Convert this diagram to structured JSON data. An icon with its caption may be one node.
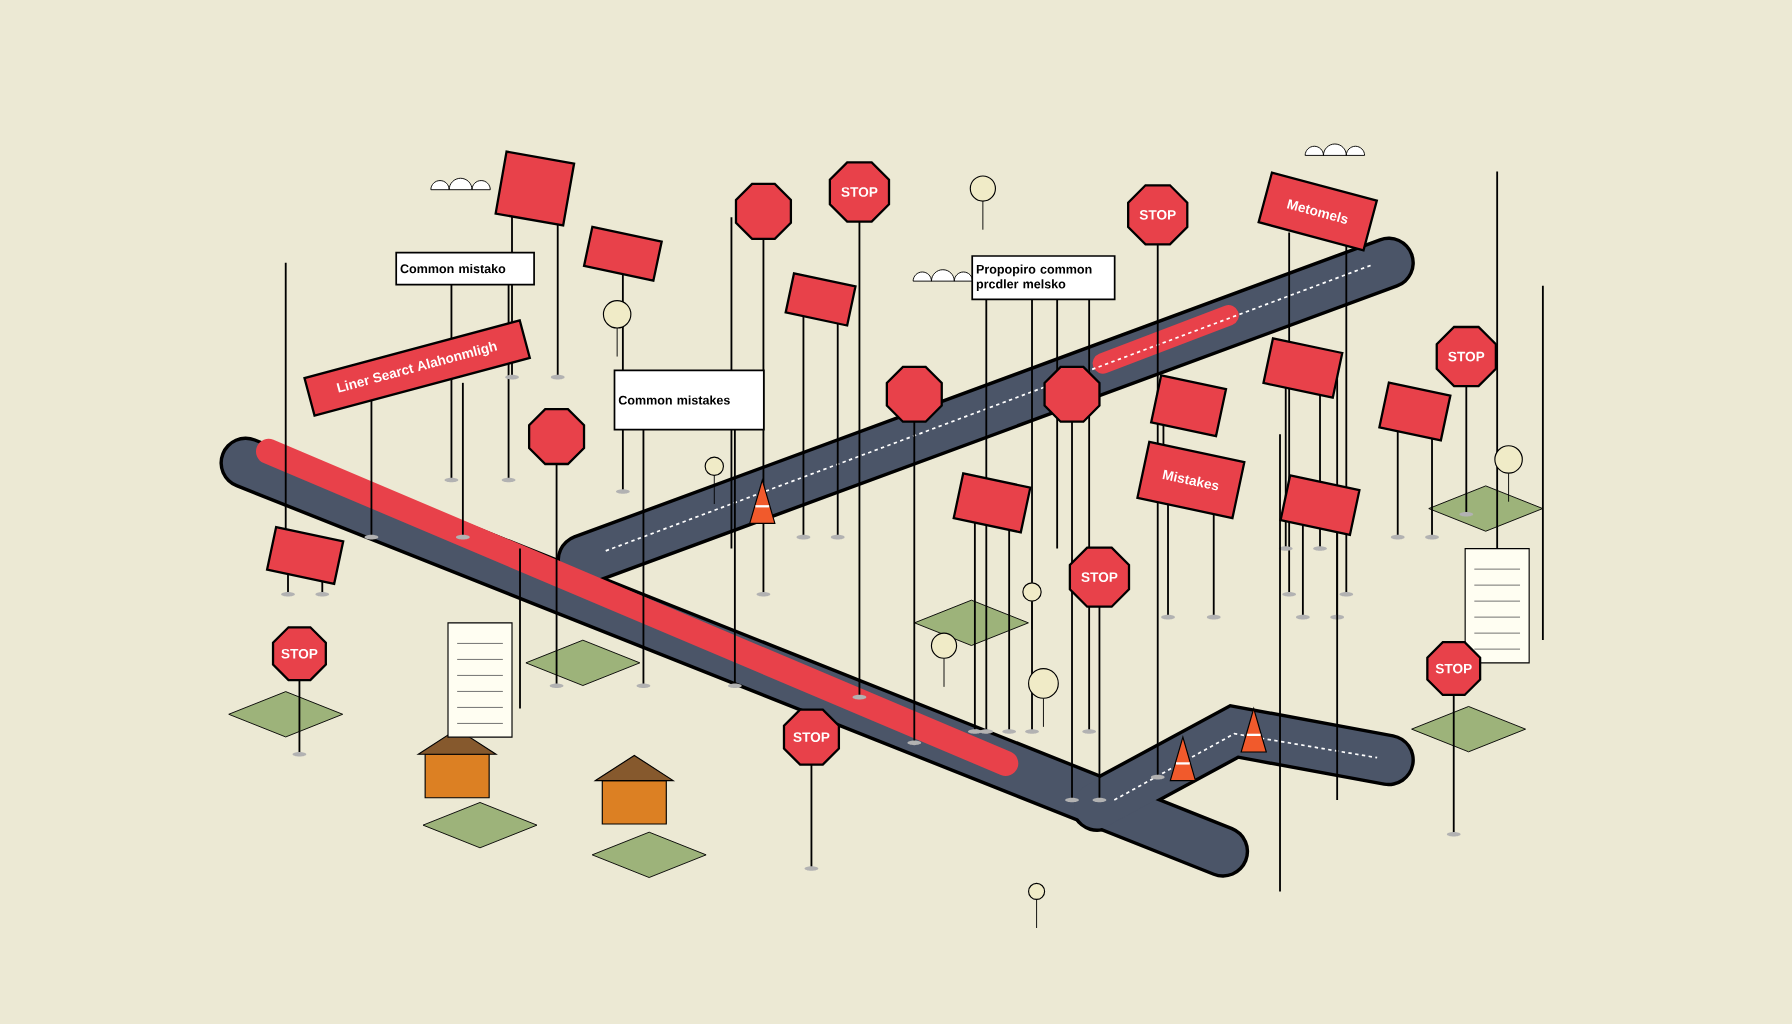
{
  "diagram": {
    "nodes": [
      {
        "text": [
          "Common mistako"
        ]
      },
      {
        "text": [
          "Liner Searct Alahonmligh"
        ]
      },
      {
        "text": [
          "Common mistakes"
        ]
      },
      {
        "text": [
          "Propopiro common prcdler melsko"
        ]
      },
      {
        "text": [
          "Metomels"
        ]
      },
      {
        "text": [
          "Mistakes"
        ]
      },
      {
        "text": [
          "STOP"
        ]
      },
      {
        "text": [
          "STOP"
        ]
      },
      {
        "text": [
          "STOP"
        ]
      },
      {
        "text": [
          "STOP"
        ]
      },
      {
        "text": [
          "STOP"
        ]
      },
      {
        "text": [
          "STOP"
        ]
      },
      {
        "text": [
          "STOP"
        ]
      },
      {
        "text": [],
        "shape": "box"
      },
      {
        "text": [],
        "shape": "box"
      },
      {
        "text": [],
        "shape": "box"
      },
      {
        "text": [],
        "shape": "box"
      },
      {
        "text": [],
        "shape": "box"
      },
      {
        "text": [],
        "shape": "box"
      },
      {
        "text": [],
        "shape": "box"
      },
      {
        "text": [],
        "shape": "box"
      },
      {
        "text": [],
        "shape": "box"
      },
      {
        "text": [],
        "shape": "octagon"
      },
      {
        "text": [],
        "shape": "octagon"
      },
      {
        "text": [],
        "shape": "octagon"
      },
      {
        "text": [],
        "shape": "octagon"
      },
      {
        "text": [],
        "shape": "diamond"
      },
      {
        "text": [],
        "shape": "diamond"
      },
      {
        "text": [],
        "shape": "diamond"
      },
      {
        "text": [],
        "shape": "diamond"
      },
      {
        "text": [],
        "shape": "diamond"
      },
      {
        "text": [],
        "shape": "diamond"
      },
      {
        "text": [],
        "shape": "diamond"
      }
    ]
  }
}
